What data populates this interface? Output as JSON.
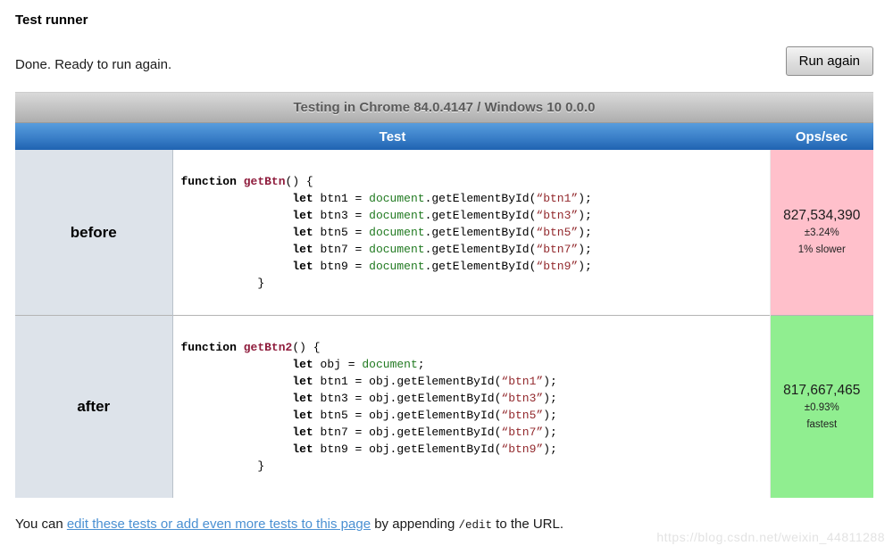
{
  "page": {
    "title": "Test runner",
    "status": "Done. Ready to run again.",
    "run_button_label": "Run again"
  },
  "table": {
    "caption": "Testing in Chrome 84.0.4147 / Windows 10 0.0.0",
    "columns": {
      "test": "Test",
      "ops": "Ops/sec"
    },
    "rows": [
      {
        "label": "before",
        "result": {
          "ops": "827,534,390",
          "margin": "±3.24%",
          "note": "1% slower",
          "bg": "#ffc0cb"
        },
        "code": [
          [
            [
              "k",
              "function "
            ],
            [
              "f",
              "getBtn"
            ],
            [
              "p",
              "() {"
            ]
          ],
          [
            [
              "p",
              "                "
            ],
            [
              "k",
              "let "
            ],
            [
              "p",
              "btn1 = "
            ],
            [
              "g",
              "document"
            ],
            [
              "p",
              ".getElementById("
            ],
            [
              "s",
              "“btn1”"
            ],
            [
              "p",
              ");"
            ]
          ],
          [
            [
              "p",
              "                "
            ],
            [
              "k",
              "let "
            ],
            [
              "p",
              "btn3 = "
            ],
            [
              "g",
              "document"
            ],
            [
              "p",
              ".getElementById("
            ],
            [
              "s",
              "“btn3”"
            ],
            [
              "p",
              ");"
            ]
          ],
          [
            [
              "p",
              "                "
            ],
            [
              "k",
              "let "
            ],
            [
              "p",
              "btn5 = "
            ],
            [
              "g",
              "document"
            ],
            [
              "p",
              ".getElementById("
            ],
            [
              "s",
              "“btn5”"
            ],
            [
              "p",
              ");"
            ]
          ],
          [
            [
              "p",
              "                "
            ],
            [
              "k",
              "let "
            ],
            [
              "p",
              "btn7 = "
            ],
            [
              "g",
              "document"
            ],
            [
              "p",
              ".getElementById("
            ],
            [
              "s",
              "“btn7”"
            ],
            [
              "p",
              ");"
            ]
          ],
          [
            [
              "p",
              "                "
            ],
            [
              "k",
              "let "
            ],
            [
              "p",
              "btn9 = "
            ],
            [
              "g",
              "document"
            ],
            [
              "p",
              ".getElementById("
            ],
            [
              "s",
              "“btn9”"
            ],
            [
              "p",
              ");"
            ]
          ],
          [
            [
              "p",
              "           }"
            ]
          ]
        ]
      },
      {
        "label": "after",
        "result": {
          "ops": "817,667,465",
          "margin": "±0.93%",
          "note": "fastest",
          "bg": "#90ee90"
        },
        "code": [
          [
            [
              "k",
              "function "
            ],
            [
              "f",
              "getBtn2"
            ],
            [
              "p",
              "() {"
            ]
          ],
          [
            [
              "p",
              "                "
            ],
            [
              "k",
              "let "
            ],
            [
              "p",
              "obj = "
            ],
            [
              "g",
              "document"
            ],
            [
              "p",
              ";"
            ]
          ],
          [
            [
              "p",
              "                "
            ],
            [
              "k",
              "let "
            ],
            [
              "p",
              "btn1 = obj.getElementById("
            ],
            [
              "s",
              "“btn1”"
            ],
            [
              "p",
              ");"
            ]
          ],
          [
            [
              "p",
              "                "
            ],
            [
              "k",
              "let "
            ],
            [
              "p",
              "btn3 = obj.getElementById("
            ],
            [
              "s",
              "“btn3”"
            ],
            [
              "p",
              ");"
            ]
          ],
          [
            [
              "p",
              "                "
            ],
            [
              "k",
              "let "
            ],
            [
              "p",
              "btn5 = obj.getElementById("
            ],
            [
              "s",
              "“btn5”"
            ],
            [
              "p",
              ");"
            ]
          ],
          [
            [
              "p",
              "                "
            ],
            [
              "k",
              "let "
            ],
            [
              "p",
              "btn7 = obj.getElementById("
            ],
            [
              "s",
              "“btn7”"
            ],
            [
              "p",
              ");"
            ]
          ],
          [
            [
              "p",
              "                "
            ],
            [
              "k",
              "let "
            ],
            [
              "p",
              "btn9 = obj.getElementById("
            ],
            [
              "s",
              "“btn9”"
            ],
            [
              "p",
              ");"
            ]
          ],
          [
            [
              "p",
              "           }"
            ]
          ]
        ]
      }
    ]
  },
  "footer": {
    "prefix": "You can ",
    "link": "edit these tests or add even more tests to this page",
    "middle": " by appending ",
    "code": "/edit",
    "suffix": " to the URL."
  },
  "watermark": "https://blog.csdn.net/weixin_44811288",
  "colors": {
    "header_blue_top": "#589ddd",
    "header_blue_bottom": "#1f63b1",
    "result_slower_bg": "#ffc0cb",
    "result_fastest_bg": "#90ee90",
    "label_cell_bg": "#dde3ea",
    "link_blue": "#4a90d2"
  }
}
